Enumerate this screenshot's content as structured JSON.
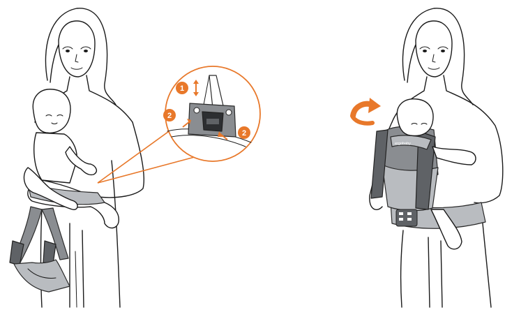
{
  "colors": {
    "accent": "#e8782a",
    "carrier_gray": "#8a8d91",
    "carrier_light": "#b9bcc0",
    "carrier_dark": "#5f6266",
    "line": "#1a1a1a"
  },
  "callout": {
    "steps": [
      {
        "number": "1",
        "action": "up-down-arrow"
      },
      {
        "number": "2",
        "action": "press-left"
      },
      {
        "number": "2",
        "action": "press-right"
      }
    ]
  },
  "carrier": {
    "brand_label": "ergobaby"
  },
  "icons": {
    "rotate": "curved-arrow-icon"
  }
}
